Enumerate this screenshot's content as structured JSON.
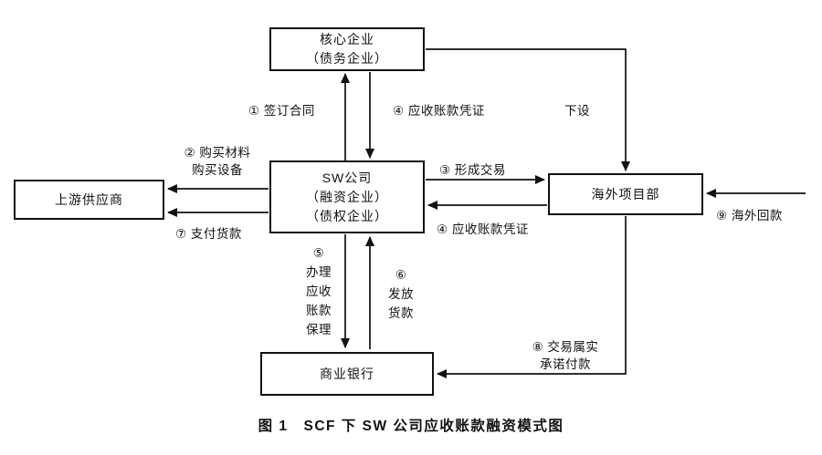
{
  "figure": {
    "caption": "图 1　SCF 下 SW 公司应收账款融资模式图",
    "nodes": {
      "core": "核心企业\n（债务企业）",
      "sw": "SW公司\n（融资企业）\n（债权企业）",
      "supplier": "上游供应商",
      "overseas": "海外项目部",
      "bank": "商业银行"
    },
    "labels": {
      "sign_contract": "① 签订合同",
      "ar_voucher_core": "④ 应收账款凭证",
      "subordinate": "下设",
      "buy_materials": "② 购买材料\n购买设备",
      "pay_goods": "⑦ 支付货款",
      "form_transaction": "③ 形成交易",
      "ar_voucher_overseas": "④ 应收账款凭证",
      "overseas_collection": "⑨ 海外回款",
      "factoring": "⑤\n办理\n应收\n账款\n保理",
      "issue_funds": "⑥\n发放\n货款",
      "confirm_payment": "⑧ 交易属实\n承诺付款"
    }
  }
}
